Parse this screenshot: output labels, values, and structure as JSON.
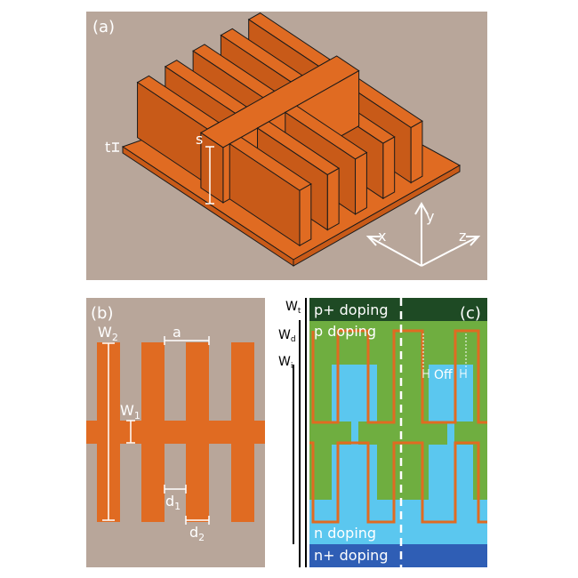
{
  "colors": {
    "panel_bg": "#b8a69a",
    "metal": "#e06b22",
    "metal_dark": "#c85a18",
    "edge": "#1a1a1a",
    "p_plus": "#1e4a24",
    "p": "#6fae40",
    "intrinsic": "#5bc7ef",
    "n": "#5bc7ef",
    "n_plus": "#2f5eb5",
    "axis": "#ffffff",
    "dim_line": "#ffffff"
  },
  "panel_a": {
    "label": "(a)",
    "dim_t": "t",
    "dim_s": "s",
    "axis_x": "x",
    "axis_y": "y",
    "axis_z": "z"
  },
  "panel_b": {
    "label": "(b)",
    "dim_a": "a",
    "dim_W2": "W",
    "dim_W2_sub": "2",
    "dim_W1": "W",
    "dim_W1_sub": "1",
    "dim_d1": "d",
    "dim_d1_sub": "1",
    "dim_d2": "d",
    "dim_d2_sub": "2"
  },
  "panel_c": {
    "label": "(c)",
    "layer_p_plus": "p+ doping",
    "layer_p": "p doping",
    "layer_n": "n doping",
    "layer_n_plus": "n+ doping",
    "dim_Wt": "W",
    "dim_Wt_sub": "t",
    "dim_Wd": "W",
    "dim_Wd_sub": "d",
    "dim_Wi": "W",
    "dim_Wi_sub": "i",
    "offset_label": "Off"
  }
}
